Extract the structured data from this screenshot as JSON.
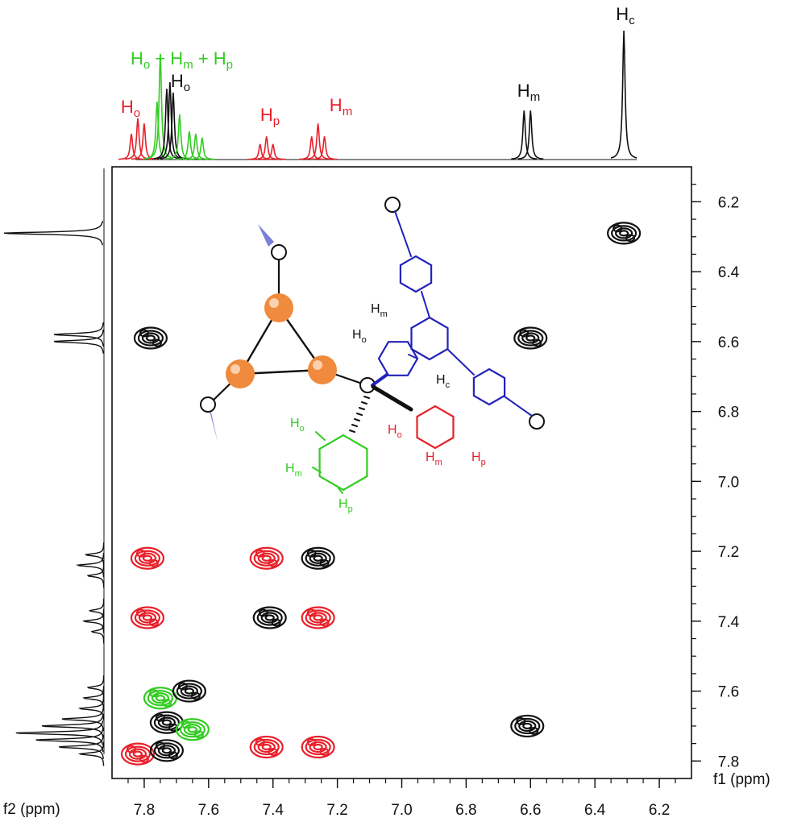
{
  "chart_data": {
    "type": "heatmap",
    "title": "",
    "xlabel": "f2 (ppm)",
    "ylabel": "f1 (ppm)",
    "xlim": [
      7.9,
      6.1
    ],
    "ylim": [
      6.1,
      7.85
    ],
    "x_reversed": true,
    "y_reversed": true,
    "x_ticks": [
      "7.8",
      "7.6",
      "7.4",
      "7.2",
      "7.0",
      "6.8",
      "6.6",
      "6.4",
      "6.2"
    ],
    "y_ticks": [
      "6.2",
      "6.4",
      "6.6",
      "6.8",
      "7.0",
      "7.2",
      "7.4",
      "7.6",
      "7.8"
    ],
    "grid": false,
    "colors": {
      "red": "#e8202a",
      "green": "#33cc22",
      "black": "#111111",
      "blue": "#2222bb",
      "orange": "#f08a3c"
    },
    "peak_labels": [
      {
        "main": "H",
        "sub": "o",
        "color": "red",
        "ppm": 7.83
      },
      {
        "main": "H",
        "sub": "o",
        "color": "black",
        "ppm": 7.72
      },
      {
        "main": "H",
        "sub": "p",
        "color": "red",
        "ppm": 7.42
      },
      {
        "main": "H",
        "sub": "m",
        "color": "red",
        "ppm": 7.26
      },
      {
        "main": "H",
        "sub": "m",
        "color": "black",
        "ppm": 6.61
      },
      {
        "main": "H",
        "sub": "c",
        "color": "black",
        "ppm": 6.3
      }
    ],
    "combined_label": {
      "parts": [
        "H",
        "o",
        " + H",
        "m",
        " + H",
        "p"
      ],
      "color": "green"
    },
    "top_projection": [
      {
        "ppm": 7.84,
        "height": 0.2,
        "color": "red"
      },
      {
        "ppm": 7.82,
        "height": 0.32,
        "color": "red"
      },
      {
        "ppm": 7.8,
        "height": 0.28,
        "color": "red"
      },
      {
        "ppm": 7.76,
        "height": 0.45,
        "color": "green"
      },
      {
        "ppm": 7.75,
        "height": 0.82,
        "color": "green"
      },
      {
        "ppm": 7.73,
        "height": 0.55,
        "color": "black"
      },
      {
        "ppm": 7.72,
        "height": 0.6,
        "color": "black"
      },
      {
        "ppm": 7.71,
        "height": 0.52,
        "color": "black"
      },
      {
        "ppm": 7.69,
        "height": 0.35,
        "color": "green"
      },
      {
        "ppm": 7.66,
        "height": 0.22,
        "color": "green"
      },
      {
        "ppm": 7.64,
        "height": 0.2,
        "color": "green"
      },
      {
        "ppm": 7.62,
        "height": 0.17,
        "color": "green"
      },
      {
        "ppm": 7.44,
        "height": 0.12,
        "color": "red"
      },
      {
        "ppm": 7.42,
        "height": 0.18,
        "color": "red"
      },
      {
        "ppm": 7.4,
        "height": 0.12,
        "color": "red"
      },
      {
        "ppm": 7.28,
        "height": 0.18,
        "color": "red"
      },
      {
        "ppm": 7.26,
        "height": 0.28,
        "color": "red"
      },
      {
        "ppm": 7.24,
        "height": 0.18,
        "color": "red"
      },
      {
        "ppm": 6.62,
        "height": 0.38,
        "color": "black"
      },
      {
        "ppm": 6.6,
        "height": 0.38,
        "color": "black"
      },
      {
        "ppm": 6.31,
        "height": 1.0,
        "color": "black"
      }
    ],
    "left_projection": [
      {
        "ppm": 6.29,
        "height": 1.0
      },
      {
        "ppm": 6.58,
        "height": 0.5
      },
      {
        "ppm": 6.6,
        "height": 0.5
      },
      {
        "ppm": 7.21,
        "height": 0.18
      },
      {
        "ppm": 7.24,
        "height": 0.26
      },
      {
        "ppm": 7.27,
        "height": 0.16
      },
      {
        "ppm": 7.37,
        "height": 0.14
      },
      {
        "ppm": 7.4,
        "height": 0.2
      },
      {
        "ppm": 7.43,
        "height": 0.12
      },
      {
        "ppm": 7.59,
        "height": 0.16
      },
      {
        "ppm": 7.62,
        "height": 0.2
      },
      {
        "ppm": 7.65,
        "height": 0.24
      },
      {
        "ppm": 7.68,
        "height": 0.42
      },
      {
        "ppm": 7.7,
        "height": 0.62
      },
      {
        "ppm": 7.72,
        "height": 0.88
      },
      {
        "ppm": 7.74,
        "height": 0.68
      },
      {
        "ppm": 7.76,
        "height": 0.45
      },
      {
        "ppm": 7.78,
        "height": 0.24
      }
    ],
    "cross_peaks": [
      {
        "x": 7.78,
        "y": 6.59,
        "color": "black"
      },
      {
        "x": 6.31,
        "y": 6.29,
        "color": "black"
      },
      {
        "x": 6.6,
        "y": 6.59,
        "color": "black"
      },
      {
        "x": 7.79,
        "y": 7.22,
        "color": "red"
      },
      {
        "x": 7.42,
        "y": 7.22,
        "color": "red"
      },
      {
        "x": 7.26,
        "y": 7.22,
        "color": "black"
      },
      {
        "x": 7.79,
        "y": 7.39,
        "color": "red"
      },
      {
        "x": 7.41,
        "y": 7.39,
        "color": "black"
      },
      {
        "x": 7.26,
        "y": 7.39,
        "color": "red"
      },
      {
        "x": 7.75,
        "y": 7.62,
        "color": "green"
      },
      {
        "x": 7.66,
        "y": 7.6,
        "color": "black"
      },
      {
        "x": 7.73,
        "y": 7.69,
        "color": "black"
      },
      {
        "x": 7.65,
        "y": 7.71,
        "color": "green"
      },
      {
        "x": 7.82,
        "y": 7.78,
        "color": "red"
      },
      {
        "x": 7.73,
        "y": 7.77,
        "color": "black"
      },
      {
        "x": 7.42,
        "y": 7.76,
        "color": "red"
      },
      {
        "x": 7.26,
        "y": 7.76,
        "color": "red"
      },
      {
        "x": 6.61,
        "y": 7.7,
        "color": "black"
      }
    ],
    "molecule_labels": [
      {
        "main": "H",
        "sub": "m",
        "color": "black"
      },
      {
        "main": "H",
        "sub": "o",
        "color": "black"
      },
      {
        "main": "H",
        "sub": "c",
        "color": "black"
      },
      {
        "main": "H",
        "sub": "o",
        "color": "red"
      },
      {
        "main": "H",
        "sub": "m",
        "color": "red"
      },
      {
        "main": "H",
        "sub": "p",
        "color": "red"
      },
      {
        "main": "H",
        "sub": "o",
        "color": "green"
      },
      {
        "main": "H",
        "sub": "m",
        "color": "green"
      },
      {
        "main": "H",
        "sub": "p",
        "color": "green"
      }
    ]
  }
}
